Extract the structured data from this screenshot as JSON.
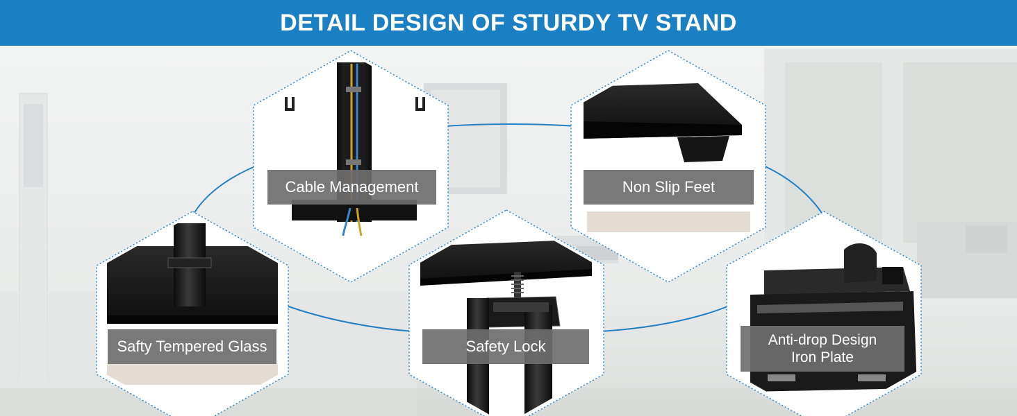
{
  "banner": {
    "title": "DETAIL DESIGN OF STURDY TV STAND"
  },
  "features": [
    {
      "label": "Cable Management",
      "icon": "cable-channel-icon"
    },
    {
      "label": "Non Slip Feet",
      "icon": "stand-foot-icon"
    },
    {
      "label": "Safty Tempered Glass",
      "icon": "glass-base-icon"
    },
    {
      "label": "Safety Lock",
      "icon": "lock-screw-icon"
    },
    {
      "label_line1": "Anti-drop Design",
      "label_line2": "Iron Plate",
      "icon": "iron-plate-icon"
    }
  ],
  "colors": {
    "banner": "#1b7fc3",
    "connector": "#1f7fc4",
    "border": "#2a86c8",
    "label_band": "#6e6e6e"
  }
}
